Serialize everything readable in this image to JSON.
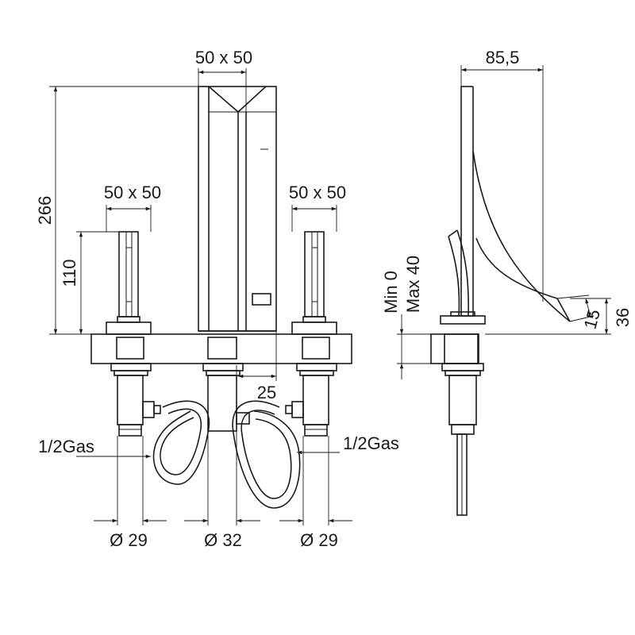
{
  "labels": {
    "top_spout": "50 x 50",
    "left_handle": "50 x 50",
    "right_handle": "50 x 50",
    "height_total": "266",
    "height_handle": "110",
    "offset_25": "25",
    "depth": "85,5",
    "deck_min": "Min 0",
    "deck_max": "Max 40",
    "dim_15": "15",
    "dim_36": "36",
    "gas_left": "1/2Gas",
    "gas_right": "1/2Gas",
    "dia_left": "Ø 29",
    "dia_center": "Ø 32",
    "dia_right": "Ø 29"
  }
}
